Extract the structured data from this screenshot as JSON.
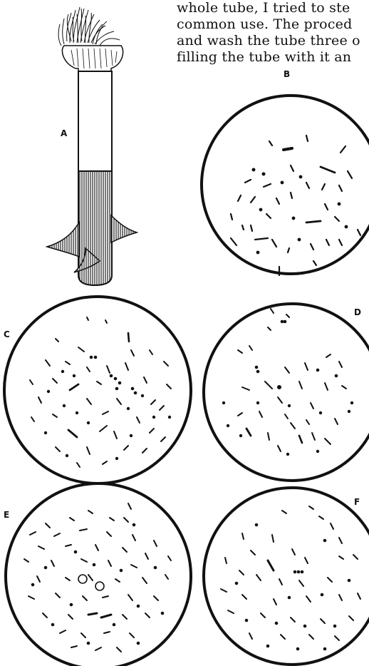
{
  "body_text": [
    "whole tube, I tried to ste",
    "common use.  The proced",
    "and wash the tube three o",
    "filling the tube with it an"
  ],
  "figure": {
    "panels": [
      {
        "id": "A"
      },
      {
        "id": "B"
      },
      {
        "id": "C"
      },
      {
        "id": "D"
      },
      {
        "id": "E"
      },
      {
        "id": "F"
      }
    ]
  },
  "colors": {
    "ink": "#111111",
    "hatch": "#222222",
    "paper": "#ffffff"
  }
}
